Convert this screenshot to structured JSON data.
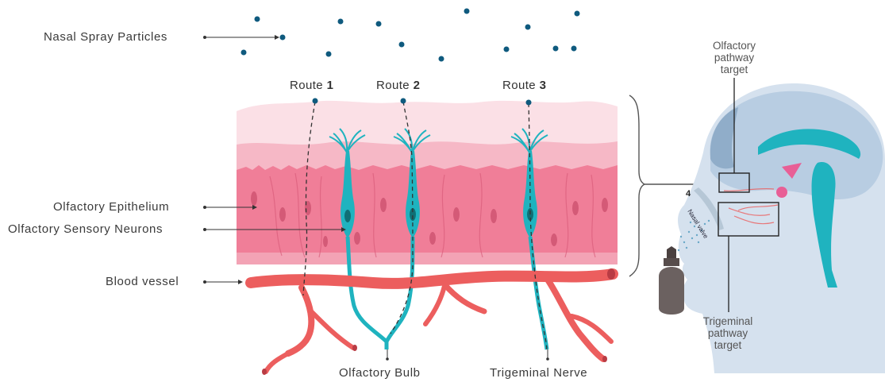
{
  "labels": {
    "nasal_spray_particles": "Nasal Spray Particles",
    "olfactory_epithelium": "Olfactory Epithelium",
    "olfactory_sensory_neurons": "Olfactory Sensory Neurons",
    "blood_vessel": "Blood vessel",
    "olfactory_bulb": "Olfactory Bulb",
    "trigeminal_nerve": "Trigeminal Nerve"
  },
  "routes": [
    {
      "prefix": "Route",
      "number": "1"
    },
    {
      "prefix": "Route",
      "number": "2"
    },
    {
      "prefix": "Route",
      "number": "3"
    }
  ],
  "head": {
    "olfactory_target": "Olfactory\npathway\ntarget",
    "trigeminal_target": "Trigeminal\npathway\ntarget",
    "number_label": "4",
    "nasal_valve": "Nasal valve"
  },
  "colors": {
    "neuron": "#1fb3bf",
    "vessel": "#ec5e5e",
    "tissue": "#f07e98",
    "particle": "#0f5a7e",
    "head": "#d5e1ee"
  }
}
